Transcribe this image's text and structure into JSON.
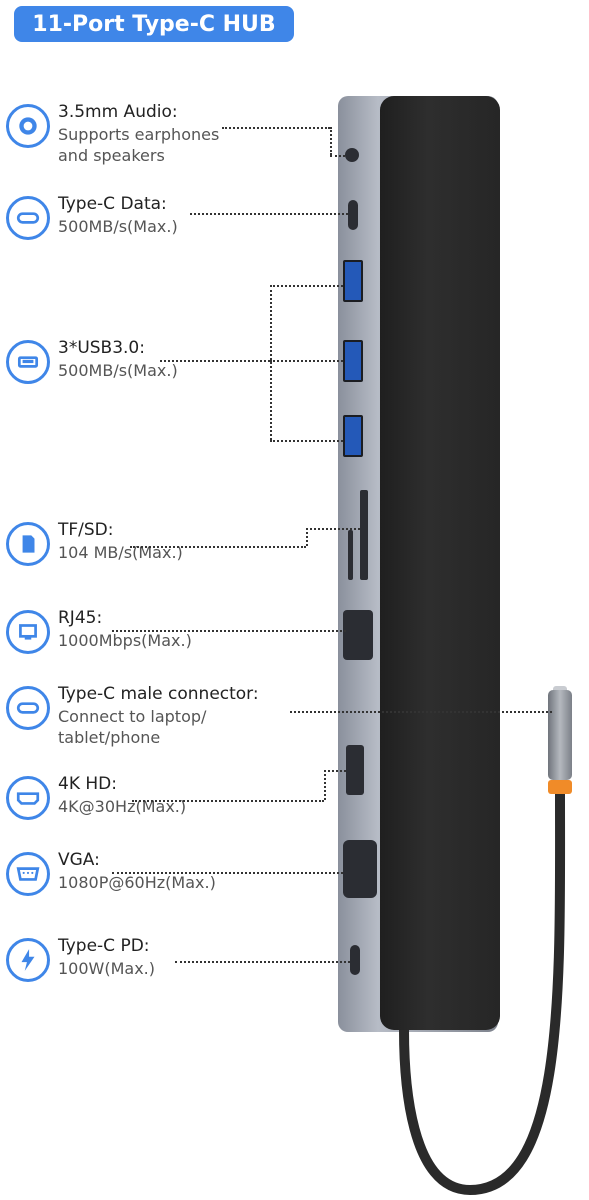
{
  "title": "11-Port Type-C HUB",
  "features": [
    {
      "id": "audio",
      "name": "3.5mm Audio:",
      "desc": "Supports earphones\nand speakers",
      "icon": "audio-jack-icon"
    },
    {
      "id": "typec-data",
      "name": "Type-C Data:",
      "desc": "500MB/s(Max.)",
      "icon": "type-c-port-icon"
    },
    {
      "id": "usb3",
      "name": "3*USB3.0:",
      "desc": "500MB/s(Max.)",
      "icon": "usb-port-icon"
    },
    {
      "id": "tfsd",
      "name": "TF/SD:",
      "desc": "104 MB/s(Max.)",
      "icon": "sd-card-icon"
    },
    {
      "id": "rj45",
      "name": "RJ45:",
      "desc": "1000Mbps(Max.)",
      "icon": "ethernet-port-icon"
    },
    {
      "id": "typec-male",
      "name": "Type-C male connector:",
      "desc": "Connect to laptop/\ntablet/phone",
      "icon": "type-c-connector-icon"
    },
    {
      "id": "hdmi",
      "name": "4K HD:",
      "desc": "4K@30Hz(Max.)",
      "icon": "hdmi-port-icon"
    },
    {
      "id": "vga",
      "name": "VGA:",
      "desc": "1080P@60Hz(Max.)",
      "icon": "vga-port-icon"
    },
    {
      "id": "pd",
      "name": "Type-C PD:",
      "desc": "100W(Max.)",
      "icon": "power-delivery-icon"
    }
  ],
  "colors": {
    "accent": "#3f86e8",
    "hub_body": "#262626",
    "hub_frame": "#9ca1ab",
    "usb_blue": "#2459b8",
    "cable_ring": "#f08b28"
  }
}
